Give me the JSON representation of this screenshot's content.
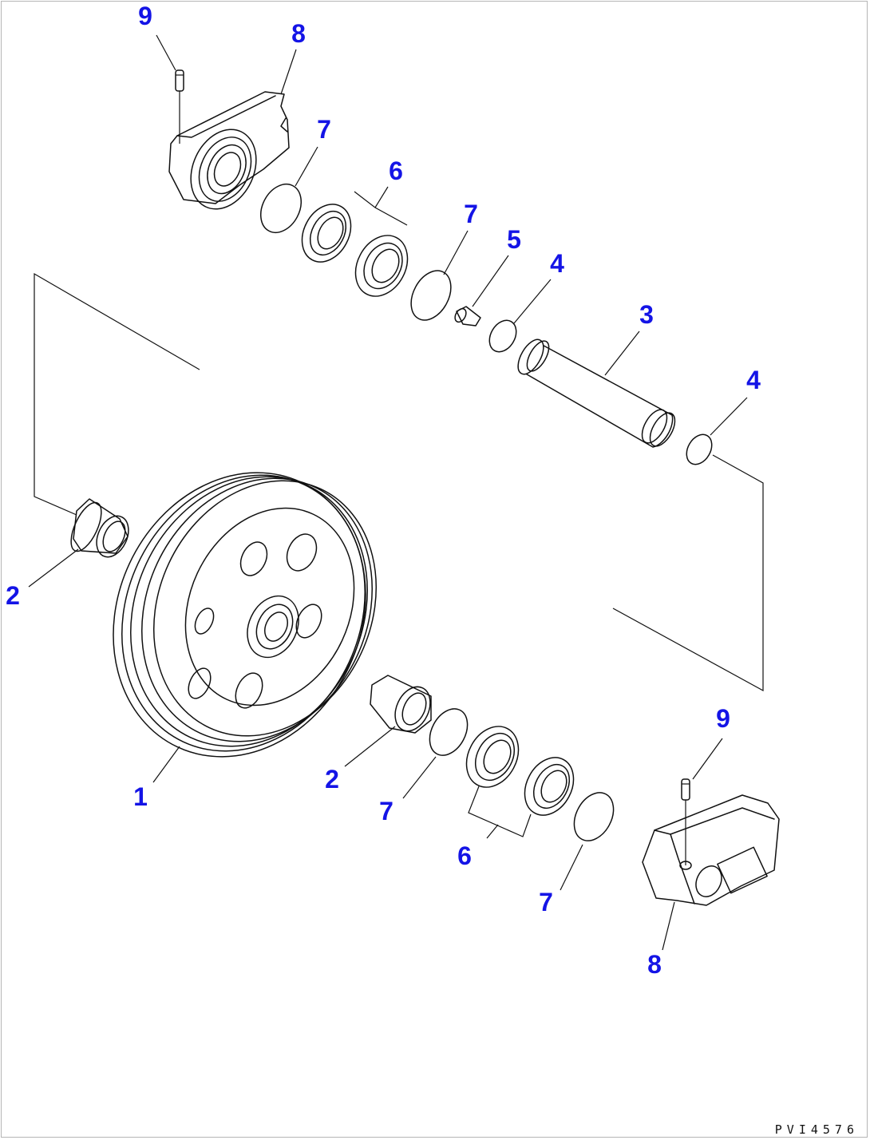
{
  "diagram": {
    "type": "exploded-parts-view",
    "drawing_code": "PVI4576",
    "callout_color": "#1414e6"
  },
  "callouts": {
    "top_link_pin": "9",
    "top_bracket": "8",
    "top_oring_left": "7",
    "top_seal_pair": "6",
    "top_oring_right": "7",
    "plug": "5",
    "shaft_oring_left": "4",
    "shaft": "3",
    "shaft_oring_right": "4",
    "left_bushing": "2",
    "idler_wheel": "1",
    "lower_bushing": "2",
    "lower_oring_left": "7",
    "lower_seal_pair": "6",
    "lower_oring_right": "7",
    "bottom_link_pin": "9",
    "bottom_bracket": "8"
  },
  "parts": [
    {
      "no": "1",
      "icon": "idler-wheel"
    },
    {
      "no": "2",
      "icon": "bushing"
    },
    {
      "no": "3",
      "icon": "shaft"
    },
    {
      "no": "4",
      "icon": "o-ring"
    },
    {
      "no": "5",
      "icon": "plug"
    },
    {
      "no": "6",
      "icon": "floating-seal"
    },
    {
      "no": "7",
      "icon": "o-ring"
    },
    {
      "no": "8",
      "icon": "support-bracket"
    },
    {
      "no": "9",
      "icon": "pin"
    }
  ]
}
